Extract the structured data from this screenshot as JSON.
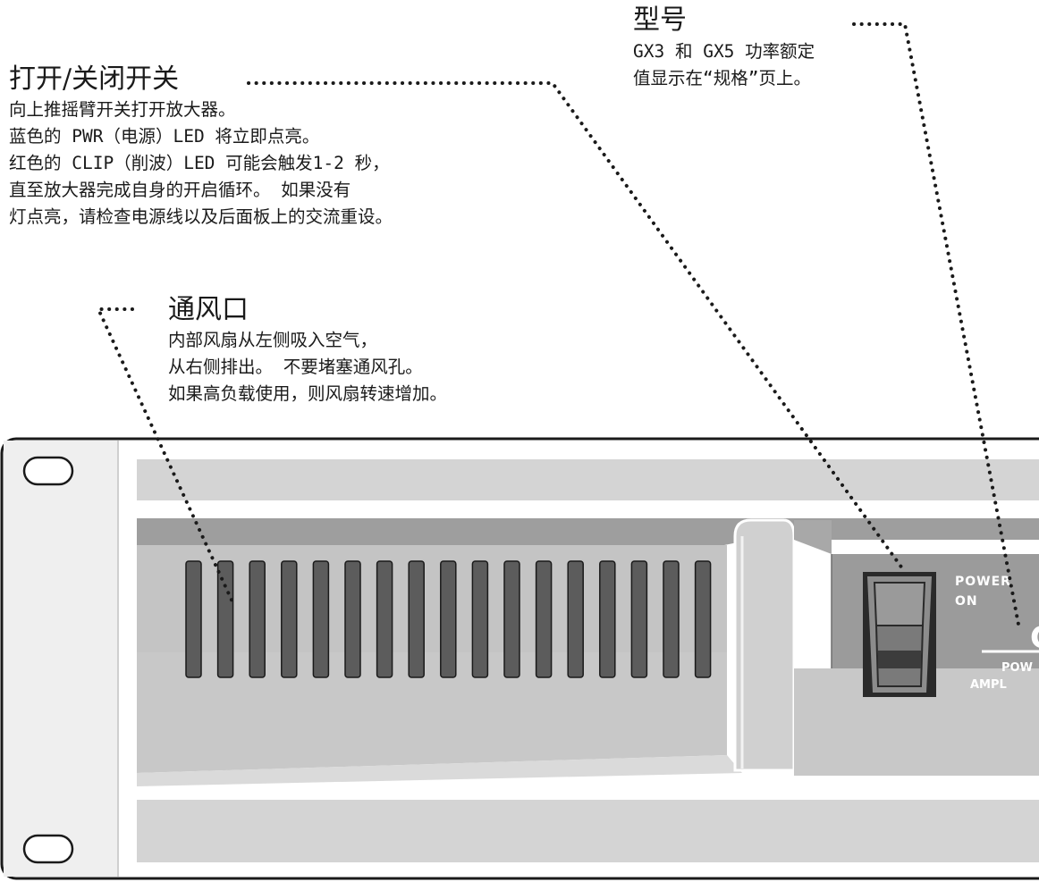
{
  "callouts": {
    "model": {
      "title": "型号",
      "lines": [
        "GX3 和 GX5 功率额定",
        "值显示在“规格”页上。"
      ]
    },
    "power_switch": {
      "title": "打开/关闭开关",
      "lines": [
        "向上推摇臂开关打开放大器。",
        "蓝色的 PWR（电源）LED 将立即点亮。",
        "红色的 CLIP（削波）LED 可能会触发1-2 秒，",
        "直至放大器完成自身的开启循环。 如果没有",
        "灯点亮，请检查电源线以及后面板上的交流重设。"
      ]
    },
    "vents": {
      "title": "通风口",
      "lines": [
        "内部风扇从左侧吸入空气，",
        "从右侧排出。 不要堵塞通风孔。",
        "如果高负载使用，则风扇转速增加。"
      ]
    }
  },
  "panel": {
    "power_label_line1": "POWER",
    "power_label_line2": "ON",
    "logo_text": "G",
    "product_line1": "POW",
    "product_line2": "AMPL",
    "vent_slot_count": 17
  },
  "colors": {
    "outline": "#1a1a1a",
    "panel_light": "#d4d4d4",
    "panel_mid": "#b0b0b0",
    "panel_dark": "#8e8e8e",
    "vent_slot": "#5c5c5c",
    "switch_recess": "#a2a2a2",
    "rocker": "#7d7d7d",
    "rocker_dark": "#3a3a3a"
  }
}
